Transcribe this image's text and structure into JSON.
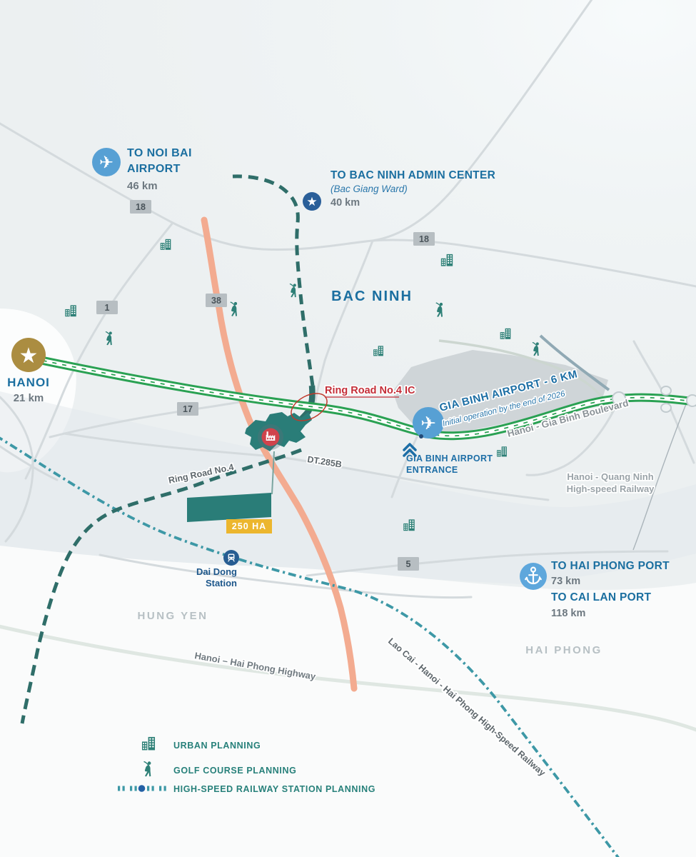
{
  "icons": {
    "airplane": "✈",
    "star": "★"
  },
  "markers": {
    "noi_bai": {
      "line1": "TO NOI BAI",
      "line2": "AIRPORT",
      "distance": "46 km"
    },
    "bac_ninh_admin": {
      "title": "TO BAC NINH ADMIN CENTER",
      "subtitle": "(Bac Giang Ward)",
      "distance": "40 km"
    },
    "hanoi": {
      "title": "HANOI",
      "distance": "21 km"
    },
    "gia_binh_airport": {
      "title": "GIA BINH AIRPORT - 6 KM",
      "subtitle": "Initial operation by the end of 2026"
    },
    "airport_entrance": {
      "line1": "GIA BINH AIRPORT",
      "line2": "ENTRANCE"
    },
    "ring_road_ic": {
      "label": "Ring Road No.4 IC"
    },
    "dai_dong_station": {
      "line1": "Dai Dong",
      "line2": "Station"
    },
    "site": {
      "badge": "250 HA"
    },
    "hai_phong_port": {
      "title": "TO HAI PHONG PORT",
      "distance": "73 km"
    },
    "cai_lan_port": {
      "title": "TO CAI LAN PORT",
      "distance": "118 km"
    }
  },
  "regions": {
    "bac_ninh": "BAC NINH",
    "hung_yen": "HUNG YEN",
    "hai_phong": "HAI PHONG"
  },
  "roads": {
    "boulevard": "Hanoi - Gia Binh Boulevard",
    "ring_road": "Ring Road No.4",
    "dt285b": "DT.285B",
    "hai_phong_highway": "Hanoi – Hai Phong Highway",
    "quang_ninh_railway_line1": "Hanoi - Quang Ninh",
    "quang_ninh_railway_line2": "High-speed Railway",
    "lao_cai_railway": "Lao Cai - Hanoi - Hai Phong High-Speed Railway",
    "shields": [
      "18",
      "1",
      "38",
      "17",
      "18",
      "5"
    ]
  },
  "legend": {
    "urban": "URBAN PLANNING",
    "golf": "GOLF COURSE PLANNING",
    "hsr": "HIGH-SPEED RAILWAY STATION PLANNING"
  },
  "colors": {
    "accent_blue": "#1b6fa0",
    "teal_road": "#2f6e69",
    "green_boulevard": "#2aa153",
    "orange_road": "#f3ab90",
    "railway_teal": "#3d98a6",
    "red_accent": "#c42e38",
    "gold": "#ab8d41",
    "badge_yellow": "#ecb62e",
    "site_teal": "#2a7d78",
    "marker_blue": "#57a0d4",
    "dark_blue_circle": "#2a5f99"
  }
}
